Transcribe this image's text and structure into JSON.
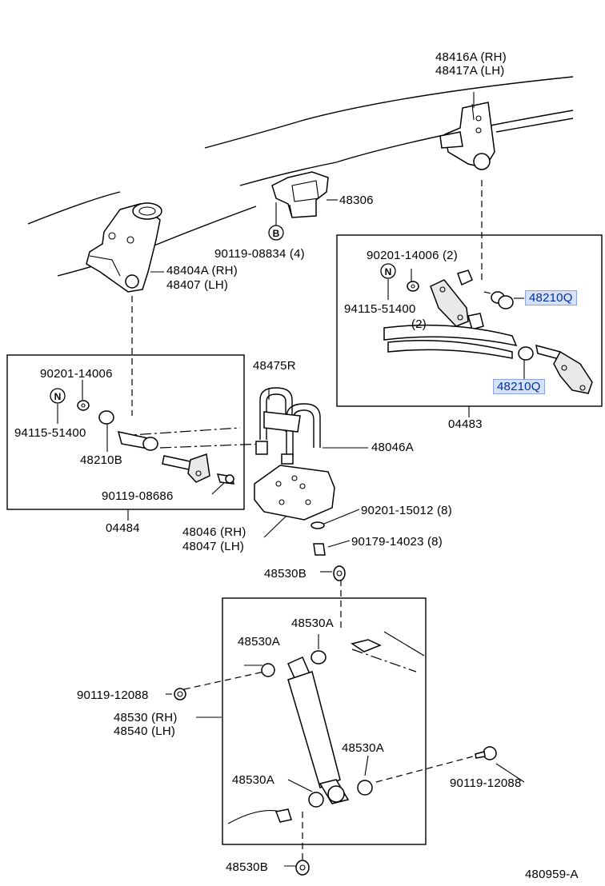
{
  "diagram_id": "480959-A",
  "labels": {
    "bracket_front_rh": "48416A (RH)",
    "bracket_front_lh": "48417A (LH)",
    "stopper": "48306",
    "bolt_b": "90119-08834 (4)",
    "hanger_rh": "48404A (RH)",
    "hanger_lh": "48407  (LH)",
    "nut_2": "90201-14006 (2)",
    "nut_shackle": "94115-51400",
    "nut_shackle_qty": "(2)",
    "bushing_q1": "48210Q",
    "bushing_q2": "48210Q",
    "shackle_kit": "04483",
    "washer_left": "90201-14006",
    "nut_left": "94115-51400",
    "bushing_b": "48210B",
    "bolt_left": "90119-08686",
    "kit_left": "04484",
    "u_bolt": "48475R",
    "spring_leaf": "48046A",
    "seat_rh": "48046 (RH)",
    "seat_lh": "48047 (LH)",
    "washer_8": "90201-15012 (8)",
    "nut_8": "90179-14023 (8)",
    "cushion_b_top": "48530B",
    "cushion_a_1": "48530A",
    "cushion_a_2": "48530A",
    "bolt_shock_left": "90119-12088",
    "shock_rh": "48530 (RH)",
    "shock_lh": "48540 (LH)",
    "cushion_a_3": "48530A",
    "cushion_a_4": "48530A",
    "bolt_shock_right": "90119-12088",
    "cushion_b_bottom": "48530B"
  },
  "badges": {
    "b": "B",
    "n_right": "N",
    "n_left": "N"
  }
}
